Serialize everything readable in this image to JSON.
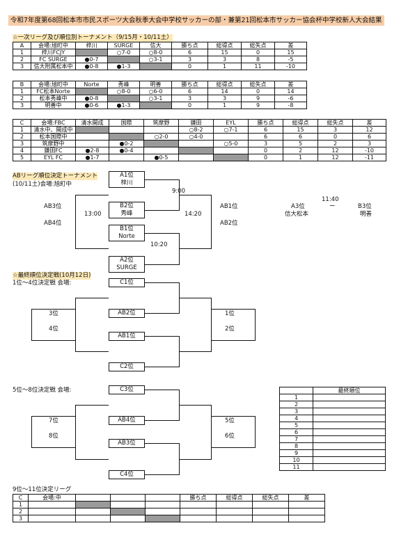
{
  "title": "令和7年度第68回松本市市民スポーツ大会秋季大会中学校サッカーの部・兼第21回松本市サッカー協会杯中学校新人大会結果",
  "section1": "☆一次リーグ及び順位別トーナメント（9/15月・10/11土）",
  "groupA": {
    "headers": [
      "A",
      "会場:旭町中",
      "梓川",
      "SURGE",
      "信大",
      "勝ち点",
      "総得点",
      "総失点",
      "差"
    ],
    "rows": [
      [
        "1",
        "梓川FCJY",
        "",
        "○7-0",
        "○8-0",
        "6",
        "15",
        "0",
        "15"
      ],
      [
        "2",
        "FC SURGE",
        "●0-7",
        "",
        "○3-1",
        "3",
        "3",
        "8",
        "-5"
      ],
      [
        "3",
        "信大附属松本中",
        "●0-8",
        "●1-3",
        "",
        "0",
        "1",
        "11",
        "-10"
      ]
    ]
  },
  "groupB": {
    "headers": [
      "B",
      "会場:旭町中",
      "Norte",
      "秀峰",
      "明善",
      "勝ち点",
      "総得点",
      "総失点",
      "差"
    ],
    "rows": [
      [
        "1",
        "FC松本Norte",
        "",
        "○8-0",
        "○6-0",
        "6",
        "14",
        "0",
        "14"
      ],
      [
        "2",
        "松本秀峰中",
        "●0-8",
        "",
        "○3-1",
        "3",
        "3",
        "9",
        "-6"
      ],
      [
        "3",
        "明善中",
        "●0-6",
        "●1-3",
        "",
        "0",
        "1",
        "9",
        "-8"
      ]
    ]
  },
  "groupC": {
    "headers": [
      "C",
      "会場:FBC",
      "清水開成",
      "国際",
      "筑摩野",
      "鎌田",
      "EYL",
      "勝ち点",
      "総得点",
      "総失点",
      "差"
    ],
    "rows": [
      [
        "1",
        "清水中、開成中",
        "",
        "",
        "",
        "○8-2",
        "○7-1",
        "6",
        "15",
        "3",
        "12"
      ],
      [
        "2",
        "松本国際中",
        "",
        "",
        "○2-0",
        "○4-0",
        "",
        "6",
        "6",
        "0",
        "6"
      ],
      [
        "3",
        "筑摩野中",
        "",
        "●0-2",
        "",
        "",
        "○5-0",
        "3",
        "5",
        "2",
        "3"
      ],
      [
        "4",
        "鎌田FC",
        "●2-8",
        "●0-4",
        "",
        "",
        "",
        "0",
        "2",
        "12",
        "-10"
      ],
      [
        "5",
        "EYL FC",
        "●1-7",
        "",
        "●0-5",
        "",
        "",
        "0",
        "1",
        "12",
        "-11"
      ]
    ]
  },
  "ab": {
    "heading": "ABリーグ順位決定トーナメント",
    "venue": "(10/11土)会場:旭町中",
    "a1": "A1位",
    "a1_team": "梓川",
    "b2": "B2位",
    "b2_team": "秀峰",
    "b1": "B1位",
    "b1_team": "Norte",
    "a2": "A2位",
    "a2_team": "SURGE",
    "t900": "9:00",
    "t1300": "13:00",
    "t1420": "14:20",
    "t1020": "10:20",
    "ab3": "AB3位",
    "ab4": "AB4位",
    "ab1": "AB1位",
    "ab2": "AB2位",
    "m_time": "11:40",
    "m_left": "A3位",
    "m_left_team": "信大松本",
    "m_dash": "ー",
    "m_right": "B3位",
    "m_right_team": "明善"
  },
  "final": {
    "heading": "☆最終順位決定戦(10月12日)",
    "sub14": "1位～4位決定戦  会場:",
    "c1": "C1位",
    "ab2": "AB2位",
    "ab1": "AB1位",
    "c2": "C2位",
    "p3": "3位",
    "p4": "4位",
    "p1": "1位",
    "p2": "2位",
    "sub58": "5位～8位決定戦  会場:",
    "c3": "C3位",
    "ab4": "AB4位",
    "ab3": "AB3位",
    "c4": "C4位",
    "p7": "7位",
    "p8": "8位",
    "p5": "5位",
    "p6": "6位"
  },
  "ranking": {
    "title": "最終順位",
    "ranks": [
      "1",
      "2",
      "3",
      "4",
      "5",
      "6",
      "7",
      "8",
      "9",
      "10",
      "11"
    ]
  },
  "league911": {
    "heading": "9位～11位決定リーグ",
    "headers": [
      "C",
      "会場:中",
      "",
      "",
      "",
      "勝ち点",
      "総得点",
      "総失点",
      "差"
    ],
    "rows": [
      [
        "1",
        "",
        "",
        "",
        "",
        "",
        "",
        "",
        ""
      ],
      [
        "2",
        "",
        "",
        "",
        "",
        "",
        "",
        "",
        ""
      ],
      [
        "3",
        "",
        "",
        "",
        "",
        "",
        "",
        "",
        ""
      ]
    ]
  }
}
